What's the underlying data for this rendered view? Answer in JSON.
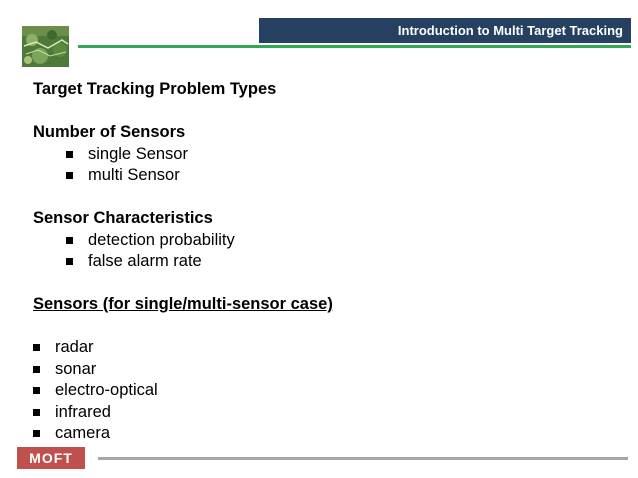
{
  "header": {
    "title": "Introduction to Multi Target Tracking"
  },
  "slide": {
    "heading": "Target Tracking Problem Types",
    "sections": [
      {
        "title": "Number of Sensors",
        "items": [
          "single Sensor",
          "multi Sensor"
        ]
      },
      {
        "title": "Sensor Characteristics",
        "items": [
          "detection probability",
          "false alarm rate"
        ]
      },
      {
        "title": "Sensors (for single/multi-sensor case)",
        "items": [
          "radar",
          "sonar",
          "electro-optical",
          "infrared",
          "camera"
        ]
      }
    ]
  },
  "footer": {
    "badge": "MOFT"
  },
  "colors": {
    "title_bar": "#254061",
    "accent_line": "#33a853",
    "footer_badge": "#c0504d",
    "footer_line": "#a6a6a6"
  }
}
